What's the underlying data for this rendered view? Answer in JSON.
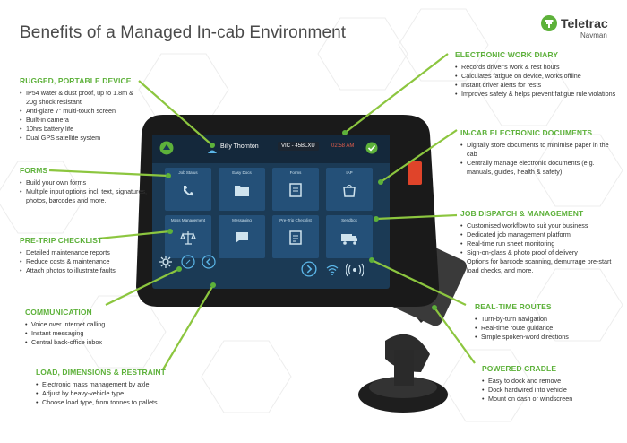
{
  "title": "Benefits of a Managed In-cab Environment",
  "logo": {
    "brand": "Teletrac",
    "sub": "Navman",
    "color": "#5db13a"
  },
  "colors": {
    "accent": "#5db13a",
    "text": "#333333",
    "screen": "#1b3a55",
    "bezel": "#1a1a1a"
  },
  "screen": {
    "driver_name": "Billy Thornton",
    "rego": "VIC - 45BLXU",
    "time": "02:58 AM",
    "tiles": [
      "Job Status",
      "Easy Docs",
      "Forms",
      "IAP",
      "Mass Management",
      "Messaging",
      "Pre-Trip Checklist",
      "Sendbox"
    ],
    "icons": [
      "settings-icon",
      "back-icon",
      "forward-icon",
      "wifi-icon",
      "radio-icon"
    ]
  },
  "sections": {
    "rugged": {
      "heading": "RUGGED, PORTABLE DEVICE",
      "items": [
        "IP54 water & dust proof, up to 1.8m & 20g shock resistant",
        "Anti-glare 7\" multi-touch screen",
        "Built-in camera",
        "10hrs battery life",
        "Dual GPS satellite system"
      ]
    },
    "forms": {
      "heading": "FORMS",
      "items": [
        "Build your own forms",
        "Multiple input options incl. text, signatures, photos, barcodes and more."
      ]
    },
    "pretrip": {
      "heading": "PRE-TRIP CHECKLIST",
      "items": [
        "Detailed maintenance reports",
        "Reduce costs & maintenance",
        "Attach photos to illustrate faults"
      ]
    },
    "communication": {
      "heading": "COMMUNICATION",
      "items": [
        "Voice over Internet calling",
        "Instant messaging",
        "Central back-office inbox"
      ]
    },
    "load": {
      "heading": "LOAD, DIMENSIONS & RESTRAINT",
      "items": [
        "Electronic mass management by axle",
        "Adjust by heavy-vehicle type",
        "Choose load type, from tonnes to pallets"
      ]
    },
    "diary": {
      "heading": "ELECTRONIC WORK DIARY",
      "items": [
        "Records driver's work & rest hours",
        "Calculates fatigue on device, works offline",
        "Instant driver alerts for rests",
        "Improves safety & helps prevent fatigue rule violations"
      ]
    },
    "documents": {
      "heading": "IN-CAB ELECTRONIC DOCUMENTS",
      "items": [
        "Digitally store documents to minimise paper in the cab",
        "Centrally manage electronic documents (e.g. manuals, guides, health & safety)"
      ]
    },
    "dispatch": {
      "heading": "JOB DISPATCH & MANAGEMENT",
      "items": [
        "Customised workflow to suit your business",
        "Dedicated job management platform",
        "Real-time run sheet monitoring",
        "Sign-on-glass & photo proof of delivery",
        "Options for barcode scanning, demurrage pre-start load checks, and more."
      ]
    },
    "routes": {
      "heading": "REAL-TIME ROUTES",
      "items": [
        "Turn-by-turn navigation",
        "Real-time route guidance",
        "Simple spoken-word directions"
      ]
    },
    "cradle": {
      "heading": "POWERED CRADLE",
      "items": [
        "Easy to dock and remove",
        "Dock hardwired into vehicle",
        "Mount on dash or windscreen"
      ]
    }
  }
}
